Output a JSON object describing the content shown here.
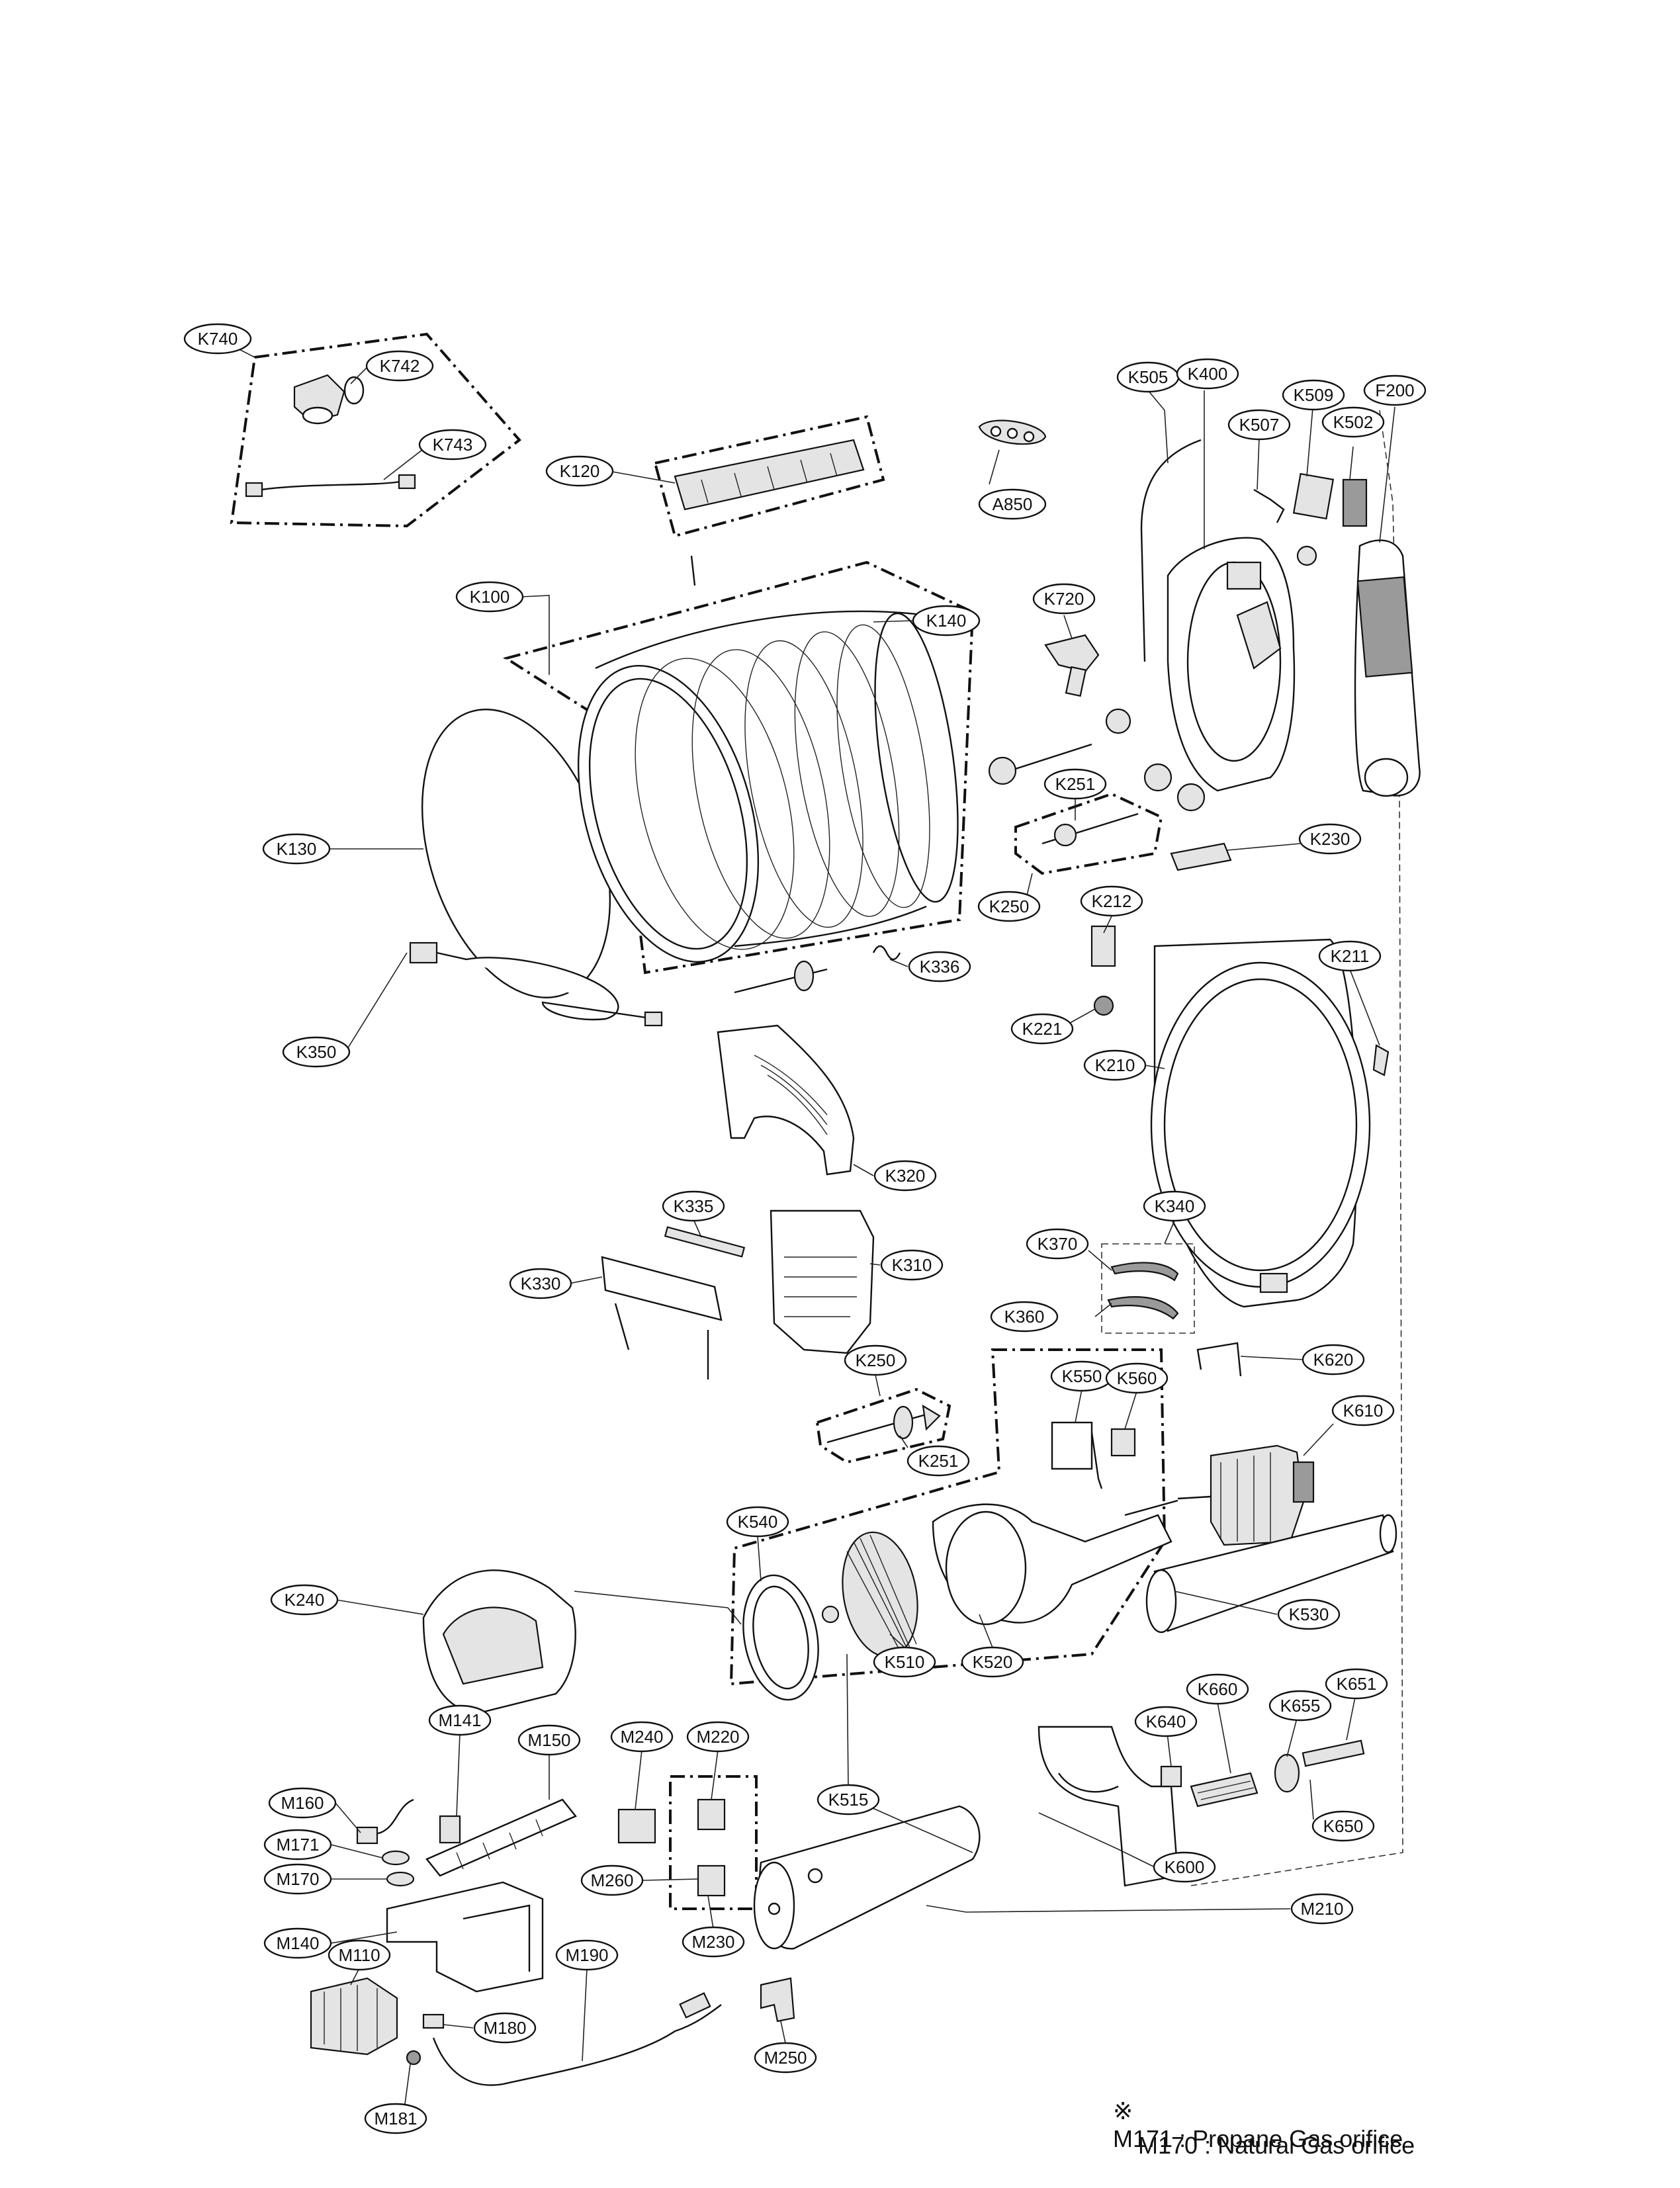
{
  "labels": {
    "K740": "K740",
    "K742": "K742",
    "K743": "K743",
    "K120": "K120",
    "A850": "A850",
    "K505": "K505",
    "K400": "K400",
    "K509": "K509",
    "K507": "K507",
    "K502": "K502",
    "F200": "F200",
    "K100": "K100",
    "K140": "K140",
    "K720": "K720",
    "K130": "K130",
    "K251a": "K251",
    "K250a": "K250",
    "K230": "K230",
    "K212": "K212",
    "K336": "K336",
    "K211": "K211",
    "K221": "K221",
    "K210": "K210",
    "K350": "K350",
    "K320": "K320",
    "K335": "K335",
    "K310": "K310",
    "K340": "K340",
    "K330": "K330",
    "K370": "K370",
    "K360": "K360",
    "K250b": "K250",
    "K620": "K620",
    "K550": "K550",
    "K560": "K560",
    "K610": "K610",
    "K251b": "K251",
    "K540": "K540",
    "K240": "K240",
    "K530": "K530",
    "K510": "K510",
    "K520": "K520",
    "K660": "K660",
    "K651": "K651",
    "K640": "K640",
    "K655": "K655",
    "K515": "K515",
    "K650": "K650",
    "K600": "K600",
    "M141": "M141",
    "M150": "M150",
    "M240": "M240",
    "M220": "M220",
    "M160": "M160",
    "M171": "M171",
    "M170": "M170",
    "M260": "M260",
    "M210": "M210",
    "M140": "M140",
    "M230": "M230",
    "M110": "M110",
    "M190": "M190",
    "M180": "M180",
    "M250": "M250",
    "M181": "M181"
  },
  "notes": {
    "mark": "※",
    "line1": "M171 : Propane Gas orifice",
    "line2": "M170 : Natural Gas orifice"
  }
}
